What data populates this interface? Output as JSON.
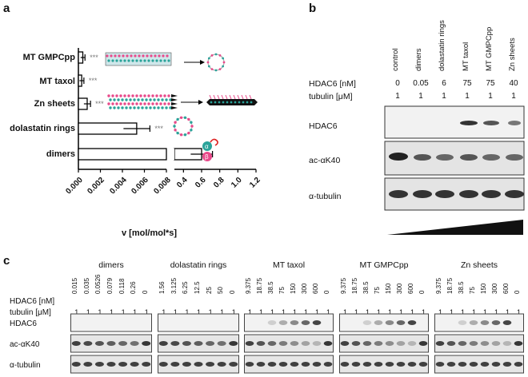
{
  "panels": {
    "a": "a",
    "b": "b",
    "c": "c"
  },
  "chart_data": {
    "type": "bar",
    "orientation": "horizontal",
    "categories": [
      "MT GMPCpp",
      "MT taxol",
      "Zn sheets",
      "dolastatin rings",
      "dimers"
    ],
    "values": [
      0.0004,
      0.0003,
      0.0008,
      0.0053,
      0.6
    ],
    "errors": [
      0.0002,
      0.0002,
      0.0003,
      0.0012,
      0.12
    ],
    "significance": [
      "***",
      "***",
      "***",
      "***",
      ""
    ],
    "xlabel": "v [mol/mol*s]",
    "x_segment1_ticks": [
      "0.000",
      "0.002",
      "0.004",
      "0.006",
      "0.008"
    ],
    "x_segment2_ticks": [
      "0.4",
      "0.6",
      "0.8",
      "1.0",
      "1.2"
    ],
    "xlim_segment1": [
      0,
      0.008
    ],
    "xlim_segment2": [
      0.3,
      1.2
    ],
    "tubulin_labels": {
      "alpha": "α",
      "beta": "β"
    }
  },
  "panel_b": {
    "columns": [
      "control",
      "dimers",
      "dolastatin rings",
      "MT taxol",
      "MT GMPCpp",
      "Zn sheets"
    ],
    "hdac6_label": "HDAC6 [nM]",
    "hdac6_values": [
      "0",
      "0.05",
      "6",
      "75",
      "75",
      "40"
    ],
    "tubulin_label": "tubulin [μM]",
    "tubulin_values": [
      "1",
      "1",
      "1",
      "1",
      "1",
      "1"
    ],
    "blots": [
      "HDAC6",
      "ac-αK40",
      "α-tubulin"
    ]
  },
  "panel_c": {
    "groups": [
      {
        "name": "dimers",
        "hdac6": [
          "0.015",
          "0.035",
          "0.0526",
          "0.079",
          "0.118",
          "0.26",
          "0"
        ]
      },
      {
        "name": "dolastatin rings",
        "hdac6": [
          "1.56",
          "3.125",
          "6.25",
          "12.5",
          "25",
          "50",
          "0"
        ]
      },
      {
        "name": "MT taxol",
        "hdac6": [
          "9.375",
          "18.75",
          "38.5",
          "75",
          "150",
          "300",
          "600",
          "0"
        ]
      },
      {
        "name": "MT GMPCpp",
        "hdac6": [
          "9.375",
          "18.75",
          "38.5",
          "75",
          "150",
          "300",
          "600",
          "0"
        ]
      },
      {
        "name": "Zn sheets",
        "hdac6": [
          "9.375",
          "18.75",
          "38.5",
          "75",
          "150",
          "300",
          "600",
          "0"
        ]
      }
    ],
    "hdac6_label": "HDAC6 [nM]",
    "tubulin_label": "tubulin [μM]",
    "tubulin_value": "1",
    "blots": [
      "HDAC6",
      "ac-αK40",
      "α-tubulin"
    ]
  }
}
